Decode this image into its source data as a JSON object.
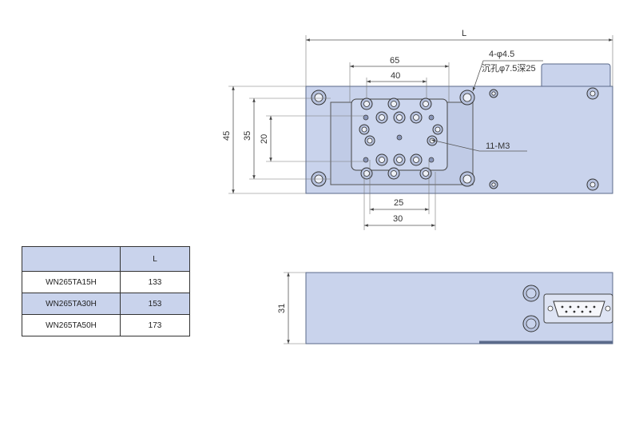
{
  "top_view": {
    "dim_L": "L",
    "dim_65": "65",
    "dim_40": "40",
    "dim_45": "45",
    "dim_35": "35",
    "dim_20": "20",
    "dim_25": "25",
    "dim_30": "30",
    "note_holes": "4-φ4.5",
    "note_counterbore": "沉孔φ7.5深25",
    "note_threads": "11-M3"
  },
  "side_view": {
    "dim_31": "31"
  },
  "spec_table": {
    "header_model": "",
    "header_L": "L",
    "rows": [
      {
        "model": "WN265TA15H",
        "L": "133"
      },
      {
        "model": "WN265TA30H",
        "L": "153"
      },
      {
        "model": "WN265TA50H",
        "L": "173"
      }
    ]
  },
  "colors": {
    "part_fill": "#c9d3ec",
    "outline": "#5a6a8a"
  }
}
